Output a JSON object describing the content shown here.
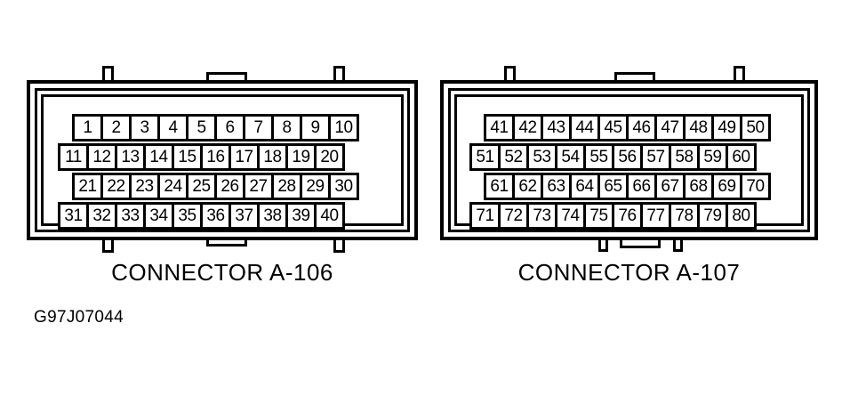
{
  "figure": {
    "id_label": "G97J07044"
  },
  "connectors": [
    {
      "name": "connector-a-106",
      "caption": "CONNECTOR A-106",
      "rows": [
        {
          "pins": [
            "1",
            "2",
            "3",
            "4",
            "5",
            "6",
            "7",
            "8",
            "9",
            "10"
          ]
        },
        {
          "pins": [
            "11",
            "12",
            "13",
            "14",
            "15",
            "16",
            "17",
            "18",
            "19",
            "20"
          ]
        },
        {
          "pins": [
            "21",
            "22",
            "23",
            "24",
            "25",
            "26",
            "27",
            "28",
            "29",
            "30"
          ]
        },
        {
          "pins": [
            "31",
            "32",
            "33",
            "34",
            "35",
            "36",
            "37",
            "38",
            "39",
            "40"
          ]
        }
      ]
    },
    {
      "name": "connector-a-107",
      "caption": "CONNECTOR A-107",
      "rows": [
        {
          "pins": [
            "41",
            "42",
            "43",
            "44",
            "45",
            "46",
            "47",
            "48",
            "49",
            "50"
          ]
        },
        {
          "pins": [
            "51",
            "52",
            "53",
            "54",
            "55",
            "56",
            "57",
            "58",
            "59",
            "60"
          ]
        },
        {
          "pins": [
            "61",
            "62",
            "63",
            "64",
            "65",
            "66",
            "67",
            "68",
            "69",
            "70"
          ]
        },
        {
          "pins": [
            "71",
            "72",
            "73",
            "74",
            "75",
            "76",
            "77",
            "78",
            "79",
            "80"
          ]
        }
      ]
    }
  ]
}
